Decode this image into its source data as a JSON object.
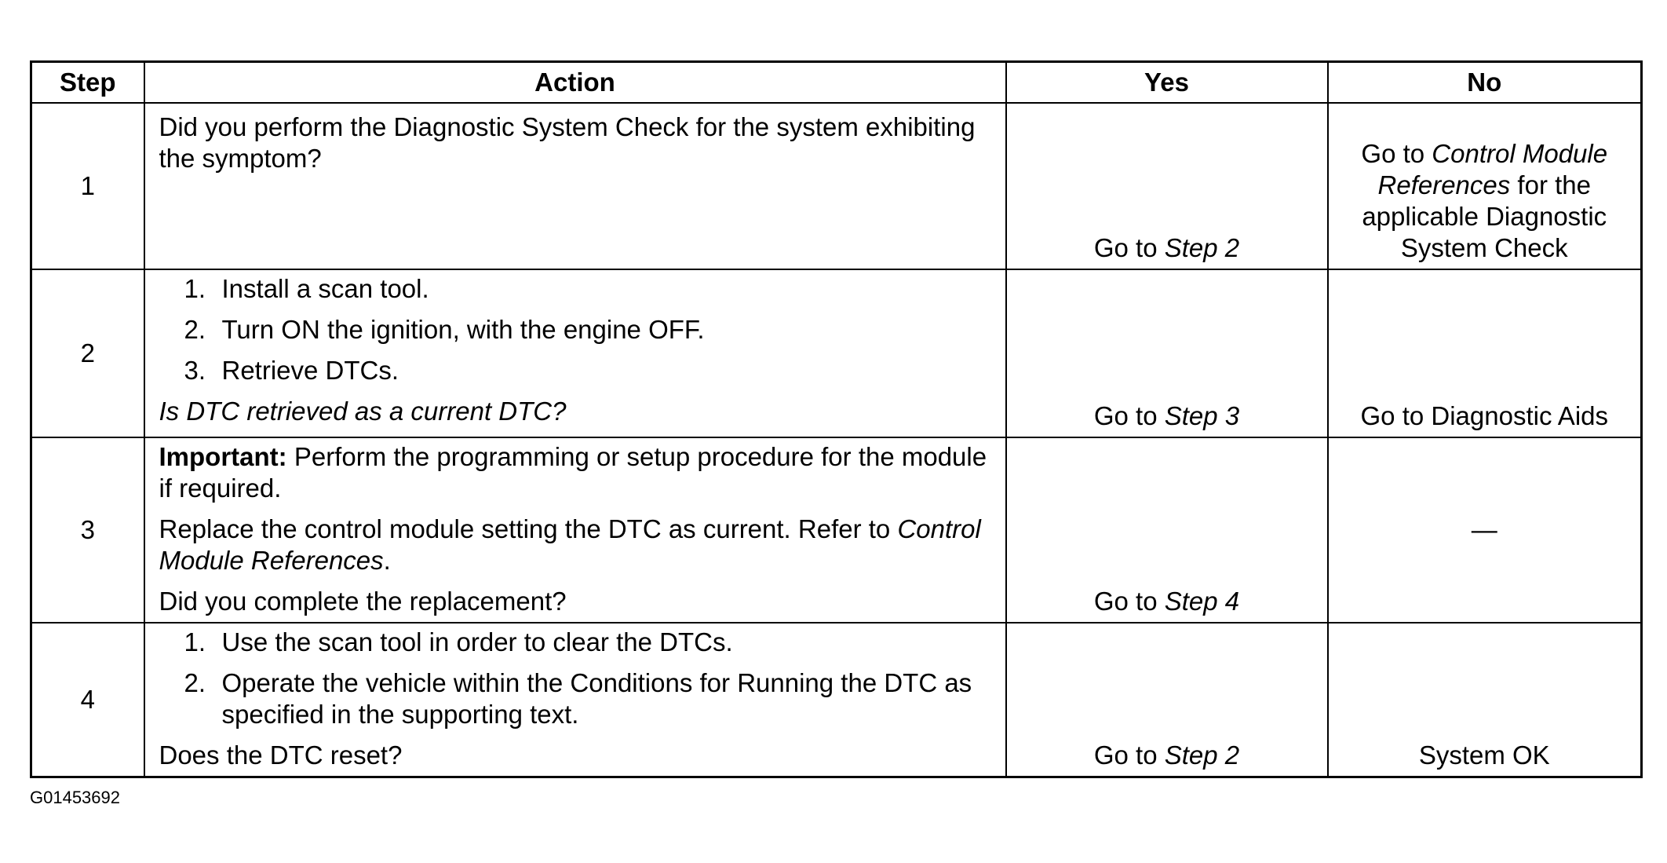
{
  "table": {
    "headers": {
      "step": "Step",
      "action": "Action",
      "yes": "Yes",
      "no": "No"
    },
    "rows": [
      {
        "step": "1",
        "action_text": "Did you perform the Diagnostic System Check for the system exhibiting the symptom?",
        "yes_prefix": "Go to ",
        "yes_link": "Step 2",
        "no_prefix": "Go to ",
        "no_link": "Control Module References",
        "no_suffix": " for the applicable Diagnostic System Check"
      },
      {
        "step": "2",
        "items": [
          {
            "n": "1.",
            "text": "Install a scan tool."
          },
          {
            "n": "2.",
            "text": "Turn ON the ignition, with the engine OFF."
          },
          {
            "n": "3.",
            "text": "Retrieve DTCs."
          }
        ],
        "question": "Is DTC retrieved as a current DTC?",
        "yes_prefix": "Go to ",
        "yes_link": "Step 3",
        "no_text": "Go to Diagnostic Aids"
      },
      {
        "step": "3",
        "important_label": "Important:",
        "important_text": " Perform the programming or setup procedure for the module if required.",
        "replace_text": "Replace the control module setting the DTC as current. Refer to ",
        "replace_ref": "Control Module References",
        "replace_end": ".",
        "question": "Did you complete the replacement?",
        "yes_prefix": "Go to ",
        "yes_link": "Step 4",
        "no_text": "—"
      },
      {
        "step": "4",
        "items": [
          {
            "n": "1.",
            "text": "Use the scan tool in order to clear the DTCs."
          },
          {
            "n": "2.",
            "text": "Operate the vehicle within the Conditions for Running the DTC as specified in the supporting text."
          }
        ],
        "question": "Does the DTC reset?",
        "yes_prefix": "Go to ",
        "yes_link": "Step 2",
        "no_text": "System OK"
      }
    ]
  },
  "figure_id": "G01453692"
}
